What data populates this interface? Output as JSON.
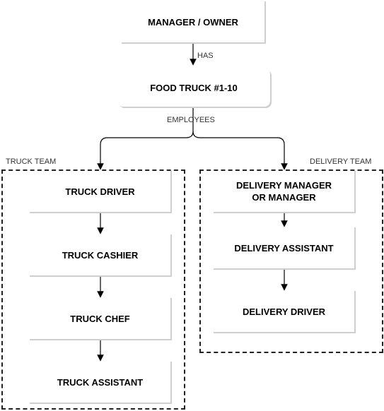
{
  "nodes": {
    "owner": "MANAGER  / OWNER",
    "food_truck": "FOOD TRUCK #1-10",
    "truck_driver": "TRUCK DRIVER",
    "truck_cashier": "TRUCK CASHIER",
    "truck_chef": "TRUCK CHEF",
    "truck_assistant": "TRUCK ASSISTANT",
    "delivery_manager": "DELIVERY MANAGER\nOR MANAGER",
    "delivery_assistant": "DELIVERY ASSISTANT",
    "delivery_driver": "DELIVERY DRIVER"
  },
  "edge_labels": {
    "has": "HAS",
    "employees": "EMPLOYEES"
  },
  "groups": {
    "truck_team": "TRUCK TEAM",
    "delivery_team": "DELIVERY TEAM"
  }
}
